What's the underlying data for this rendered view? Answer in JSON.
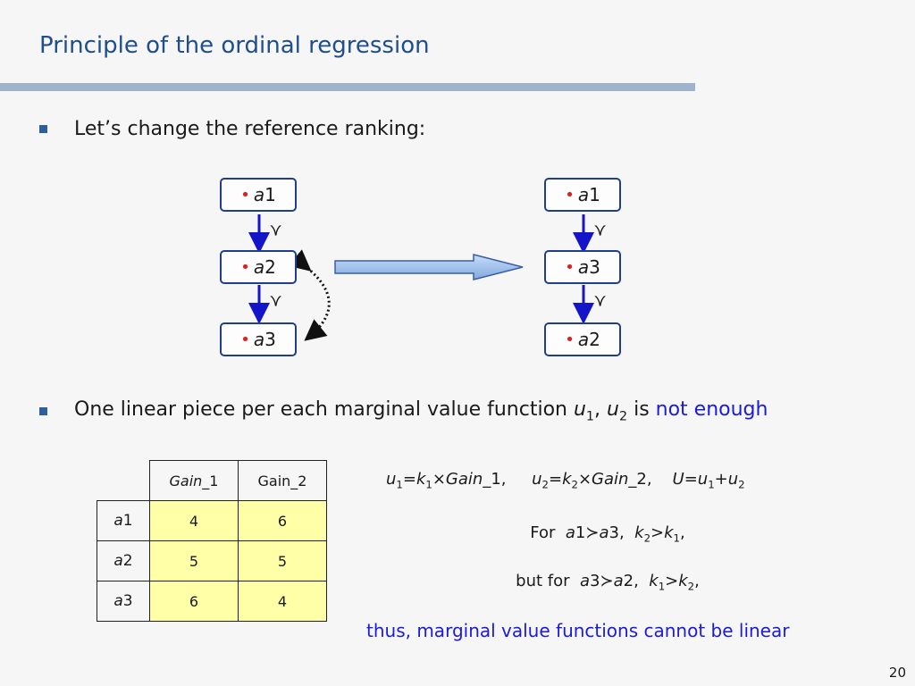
{
  "title": "Principle of the ordinal regression",
  "bullet1": "Let’s change the reference ranking:",
  "bullet2": {
    "text": "One linear piece per each marginal value function ",
    "u": "u",
    "s1": "1",
    "sep": ", ",
    "s2": "2",
    "is": " is ",
    "highlight": "not enough"
  },
  "ranking_left": [
    {
      "letter": "a",
      "num": "1"
    },
    {
      "letter": "a",
      "num": "2"
    },
    {
      "letter": "a",
      "num": "3"
    }
  ],
  "ranking_right": [
    {
      "letter": "a",
      "num": "1"
    },
    {
      "letter": "a",
      "num": "3"
    },
    {
      "letter": "a",
      "num": "2"
    }
  ],
  "bullet_glyph": "•",
  "pref_symbol": "≻",
  "table": {
    "headers": [
      {
        "italic": "Gain",
        "rest": "_1"
      },
      {
        "italic": "",
        "rest": "Gain_2"
      }
    ],
    "rows": [
      {
        "letter": "a",
        "num": "1",
        "g1": "4",
        "g2": "6"
      },
      {
        "letter": "a",
        "num": "2",
        "g1": "5",
        "g2": "5"
      },
      {
        "letter": "a",
        "num": "3",
        "g1": "6",
        "g2": "4"
      }
    ]
  },
  "formula": {
    "u": "u",
    "k": "k",
    "gain": "Gain",
    "U": "U",
    "times": "×",
    "eq": "=",
    "plus": "+",
    "g1rest": "_1,",
    "g2rest": "_2,",
    "one": "1",
    "two": "2"
  },
  "line_for": {
    "prefix": "For",
    "a": "a",
    "n1": "1",
    "n2": "3",
    "k": "k",
    "cmp": ">",
    "end": ","
  },
  "line_butfor": {
    "prefix": "but for",
    "a": "a",
    "n1": "3",
    "n2": "2",
    "k": "k",
    "cmp": ">",
    "end": ","
  },
  "conclusion": "thus, marginal value functions cannot be linear",
  "page_number": "20",
  "colors": {
    "title": "#1f4e8c",
    "accent_blue": "#1a1ae0",
    "cell_fill": "#ffffa8",
    "node_border": "#1f3f8a",
    "dot_red": "#e02020"
  }
}
